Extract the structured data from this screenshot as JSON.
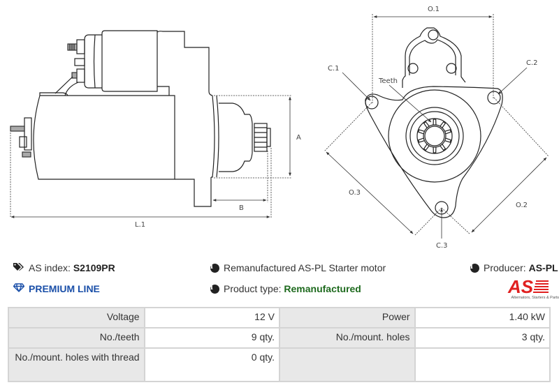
{
  "drawings": {
    "side_view": {
      "dimension_labels": {
        "a": "A",
        "b": "B",
        "l1": "L.1"
      }
    },
    "end_view": {
      "dimension_labels": {
        "o1": "O.1",
        "o2": "O.2",
        "o3": "O.3",
        "c1": "C.1",
        "c2": "C.2",
        "c3": "C.3",
        "teeth": "Teeth"
      }
    }
  },
  "info": {
    "as_index_label": "AS index:",
    "as_index_value": "S2109PR",
    "premium_line": "PREMIUM LINE",
    "description": "Remanufactured AS-PL Starter motor",
    "product_type_label": "Product type:",
    "product_type_value": "Remanufactured",
    "producer_label": "Producer:",
    "producer_value": "AS-PL",
    "logo_text": "AS",
    "logo_tagline": "Alternators, Starters & Parts"
  },
  "icons": {
    "tags": "tags-icon",
    "diamond": "diamond-icon",
    "info": "info-circle-icon"
  },
  "colors": {
    "premium_blue": "#1a4fa8",
    "remanufactured_green": "#1e6a1e",
    "logo_red": "#e02020",
    "label_cell_bg": "#e8e8e8",
    "border": "#d4d4d4"
  },
  "specs": {
    "rows": [
      {
        "label1": "Voltage",
        "value1": "12 V",
        "label2": "Power",
        "value2": "1.40 kW"
      },
      {
        "label1": "No./teeth",
        "value1": "9 qty.",
        "label2": "No./mount. holes",
        "value2": "3 qty."
      },
      {
        "label1": "No./mount. holes with thread",
        "value1": "0 qty.",
        "label2": "",
        "value2": ""
      }
    ]
  }
}
